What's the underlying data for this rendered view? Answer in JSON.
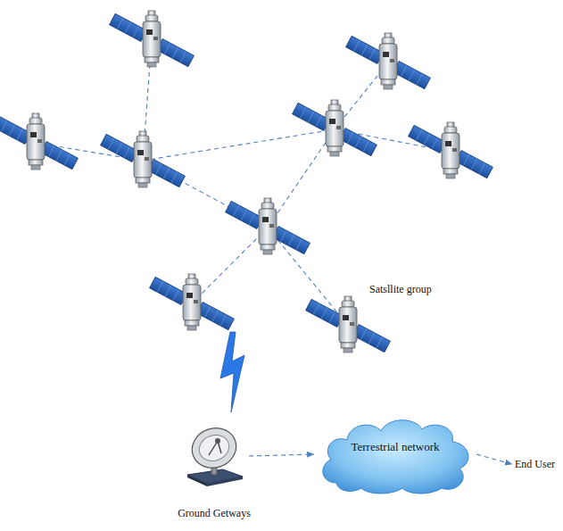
{
  "diagram": {
    "nodes": [
      {
        "text": [
          "Ground Getways"
        ]
      },
      {
        "text": [
          "Terrestrial network"
        ]
      },
      {
        "text": [
          "End User"
        ]
      }
    ],
    "edges": [
      {
        "from": 0,
        "to": 1,
        "arrow": "to"
      },
      {
        "from": 1,
        "to": 2,
        "arrow": "to"
      }
    ],
    "labels": [
      "Satsllite group"
    ]
  }
}
